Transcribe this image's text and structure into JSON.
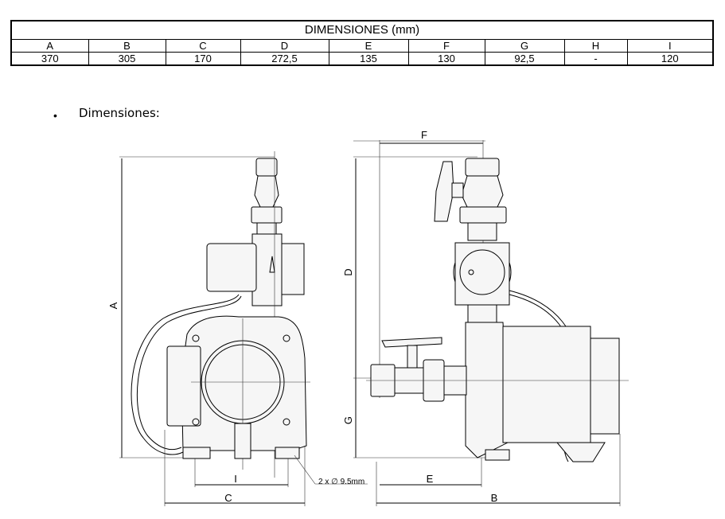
{
  "table": {
    "title": "DIMENSIONES (mm)",
    "headers": [
      "A",
      "B",
      "C",
      "D",
      "E",
      "F",
      "G",
      "H",
      "I"
    ],
    "values": [
      "370",
      "305",
      "170",
      "272,5",
      "135",
      "130",
      "92,5",
      "-",
      "120"
    ]
  },
  "section": {
    "bullet": "•",
    "label": "Dimensiones:"
  },
  "drawing": {
    "labels": {
      "A": "A",
      "B": "B",
      "C": "C",
      "D": "D",
      "E": "E",
      "F": "F",
      "G": "G",
      "I": "I"
    },
    "hole_note": "2 x ∅ 9.5mm"
  }
}
